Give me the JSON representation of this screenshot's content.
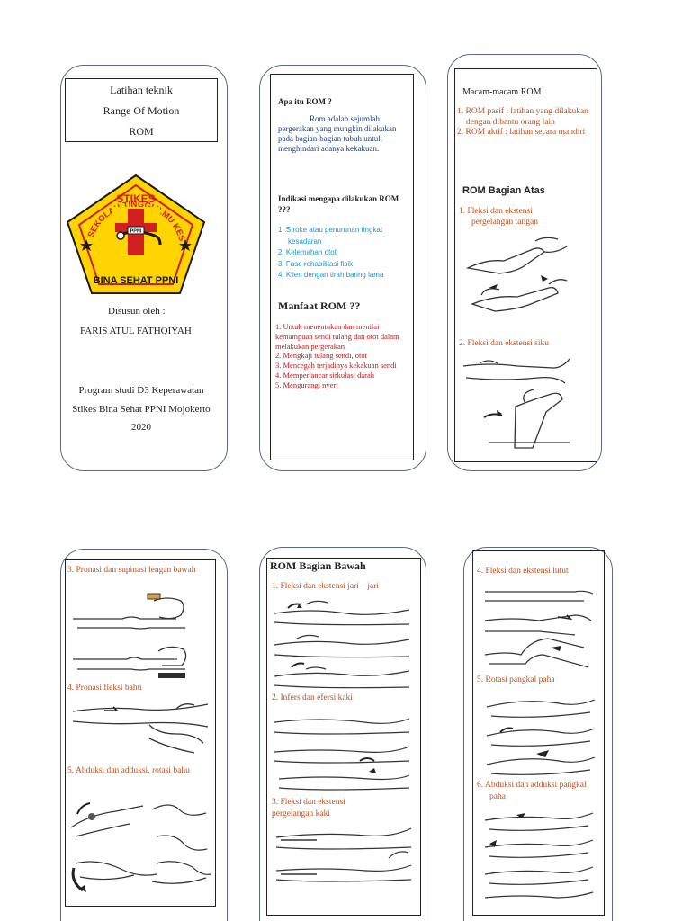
{
  "cover": {
    "title_lines": [
      "Latihan teknik",
      "Range Of Motion",
      "ROM"
    ],
    "logo": {
      "arc_text": "SEKOLAH TINGGI ILMU KESEHATAN",
      "center_text": "STIKES",
      "bottom_text": "BINA SEHAT PPNI",
      "small_text": "PPNI",
      "colors": {
        "outer": "#ffd400",
        "inner": "#ffd400",
        "red": "#d21f1f",
        "border": "#1a1a1a"
      }
    },
    "author_label": "Disusun oleh :",
    "author_name": "FARIS ATUL FATHQIYAH",
    "program_lines": [
      "Program studi D3 Keperawatan",
      "Stikes Bina Sehat PPNI Mojokerto",
      "2020"
    ]
  },
  "panel2": {
    "q1": "Apa itu ROM ?",
    "definition": "Rom adalah sejumlah pergerakan yang mungkin dilakukan pada bagian-bagian tubuh untuk menghindari adanya kekakuan.",
    "indication_title": "Indikasi mengapa dilakukan ROM ???",
    "indications": [
      "1.  Stroke atau penurunan tingkat kesadaran",
      "2.  Kelemahan otot",
      "3.  Fase rehabilitasi fisik",
      "4.  Klien dengan tirah baring lama"
    ],
    "benefit_title": "Manfaat ROM ??",
    "benefits": [
      "1. Untuk menentukan dan menilai kemampuan sendi tulang dan otot dalam melakukan pergerakan",
      "2. Mengkaji tulang sendi, otot",
      "3. Mencegah terjadinya kekakuan sendi",
      "4. Memperlancar sirkulasi darah",
      "5. Mengurangi nyeri"
    ]
  },
  "panel3": {
    "types_title": "Macam-macam ROM",
    "types": [
      "1. ROM pasif : latihan yang dilakukan dengan dibantu orang lain",
      "2. ROM aktif : latihan secara mandiri"
    ],
    "upper_title": "ROM Bagian Atas",
    "item1": "1.   Fleksi dan ekstensi pergelangan tangan",
    "item2": "2.   Fleksi dan ekstensi siku"
  },
  "panel4": {
    "item3": "3.   Pronasi dan supinasi lengan bawah",
    "item4": "4.   Pronasi fleksi bahu",
    "item5": "5.   Abduksi dan adduksi, rotasi bahu"
  },
  "panel5": {
    "lower_title": "ROM Bagian Bawah",
    "item1": "1.   Fleksi dan ekstensi jari – jari",
    "item2": "2.   Infers dan efersi kaki",
    "item3": "3.          Fleksi dan ekstensi pergelangan kaki"
  },
  "panel6": {
    "item4": "4.   Fleksi dan ekstensi lutut",
    "item5": "5.   Rotasi pangkal paha",
    "item6": "6.   Abduksi dan adduksi pangkal paha"
  }
}
